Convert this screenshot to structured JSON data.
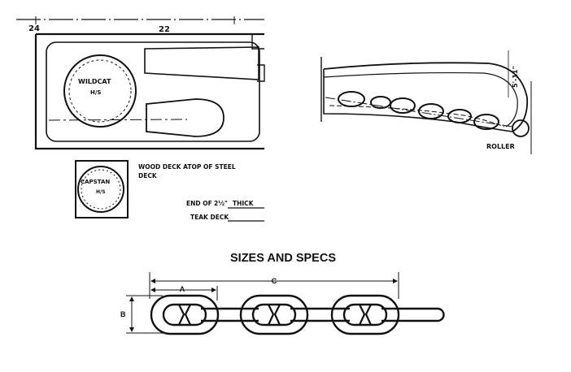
{
  "deck_plan": {
    "dim_left": "24",
    "dim_top": "22",
    "wildcat_label": "WILDCAT",
    "wildcat_sub": "H/S",
    "capstan_label": "CAPSTAN",
    "capstan_sub": "H/S",
    "note_wood_deck_line1": "WOOD DECK ATOP OF STEEL",
    "note_wood_deck_line2": "DECK",
    "note_end_line1_a": "END OF",
    "note_end_line1_b": "2½\"",
    "note_end_line1_c": "THICK",
    "note_end_line2": "TEAK DECK"
  },
  "bow_roller": {
    "dim_label": "5'-11\"",
    "roller_label": "ROLLER"
  },
  "chain_specs": {
    "title": "SIZES AND SPECS",
    "label_a": "A",
    "label_b": "B",
    "label_c": "C"
  }
}
